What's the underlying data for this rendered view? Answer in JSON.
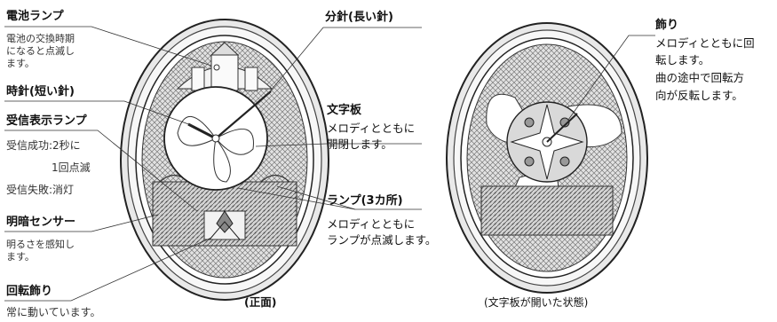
{
  "labels": {
    "battery_lamp": {
      "title": "電池ランプ",
      "desc": [
        "電池の交換時期",
        "になると点滅し",
        "ます。"
      ]
    },
    "hour_hand": {
      "title": "時針(短い針)"
    },
    "receive_lamp": {
      "title": "受信表示ランプ",
      "desc": [
        "受信成功:2秒に",
        "1回点滅",
        "受信失敗:消灯"
      ]
    },
    "light_sensor": {
      "title": "明暗センサー",
      "desc": [
        "明るさを感知し",
        "ます。"
      ]
    },
    "rotating_decor": {
      "title": "回転飾り",
      "desc": [
        "常に動いています。"
      ]
    },
    "minute_hand": {
      "title": "分針(長い針)"
    },
    "dial": {
      "title": "文字板",
      "desc": [
        "メロディとともに",
        "開閉します。"
      ]
    },
    "lamps": {
      "title": "ランプ(3カ所)",
      "desc": [
        "メロディとともに",
        "ランプが点滅します。"
      ]
    },
    "decoration": {
      "title": "飾り",
      "desc": [
        "メロディとともに回",
        "転します。",
        "曲の途中で回転方",
        "向が反転します。"
      ]
    }
  },
  "captions": {
    "front": "(正面)",
    "open": "(文字板が開いた状態)"
  }
}
